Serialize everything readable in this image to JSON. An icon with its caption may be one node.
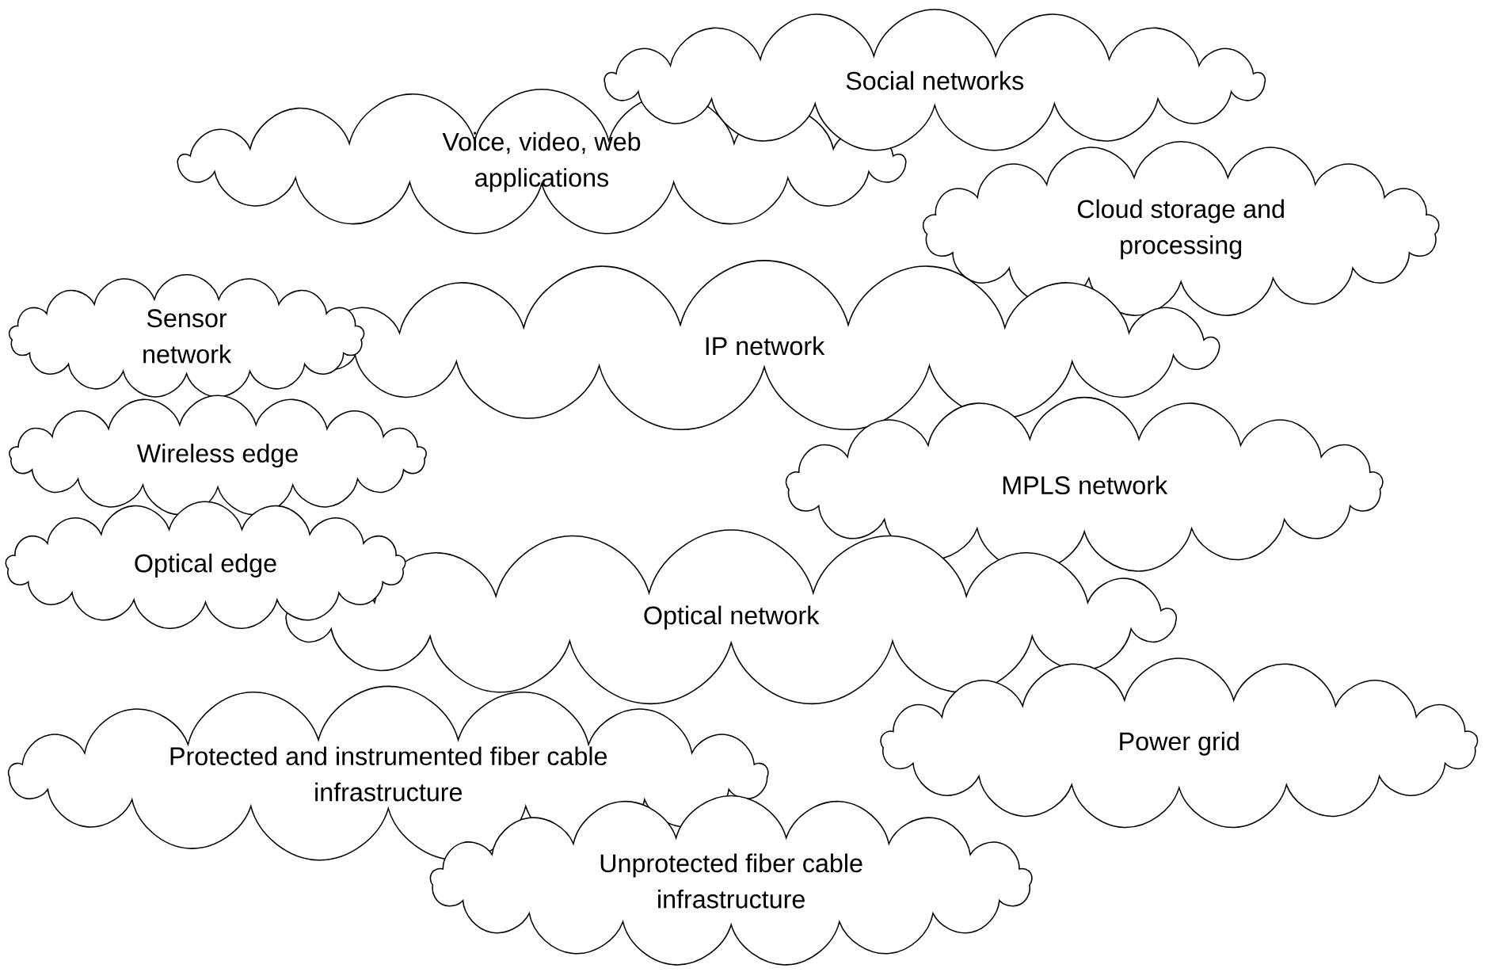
{
  "diagram": {
    "nodes": [
      {
        "text": [
          "Social networks"
        ]
      },
      {
        "text": [
          "Voice, video, web applications"
        ]
      },
      {
        "text": [
          "Cloud storage and processing"
        ]
      },
      {
        "text": [
          "Sensor network"
        ]
      },
      {
        "text": [
          "IP network"
        ]
      },
      {
        "text": [
          "Wireless edge"
        ]
      },
      {
        "text": [
          "MPLS network"
        ]
      },
      {
        "text": [
          "Optical edge"
        ]
      },
      {
        "text": [
          "Optical network"
        ]
      },
      {
        "text": [
          "Power grid"
        ]
      },
      {
        "text": [
          "Protected and instrumented fiber cable infrastructure"
        ]
      },
      {
        "text": [
          "Unprotected fiber cable infrastructure"
        ]
      }
    ]
  }
}
